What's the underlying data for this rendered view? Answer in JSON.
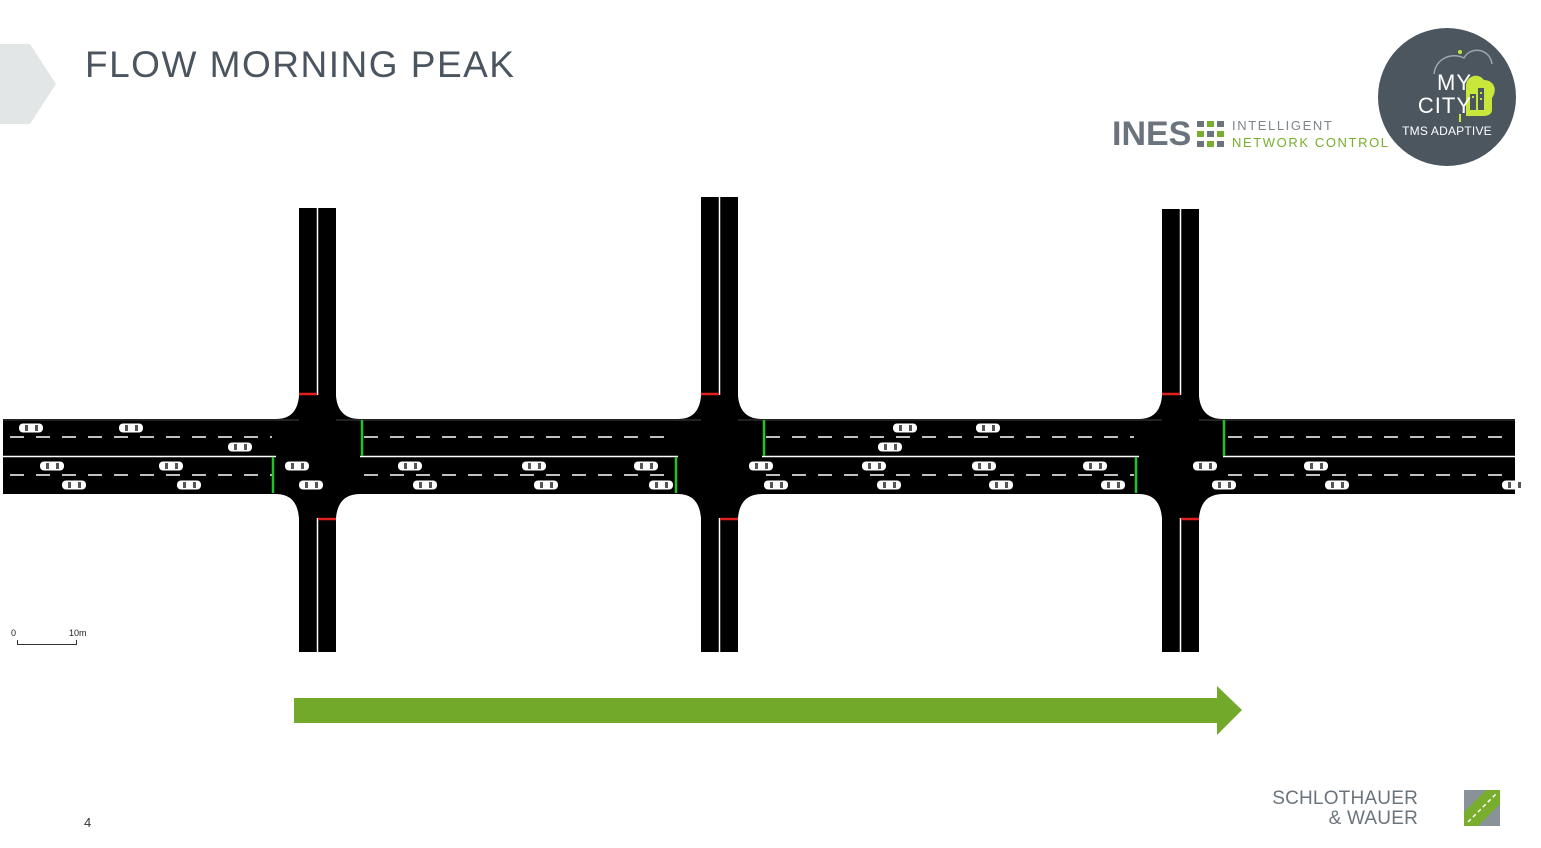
{
  "slide": {
    "title": "FLOW MORNING PEAK",
    "page_number": "4"
  },
  "ines": {
    "word": "INES",
    "line1": "INTELLIGENT",
    "line2": "NETWORK CONTROL"
  },
  "mycity": {
    "line1": "MY",
    "line2": "CITY",
    "subtitle": "TMS ADAPTIVE"
  },
  "scale": {
    "start_label": "0",
    "end_label": "10m"
  },
  "company": {
    "line1": "SCHLOTHAUER",
    "line2": "& WAUER"
  },
  "colors": {
    "road": "#000000",
    "signal_green": "#22c22a",
    "signal_red": "#e0201e",
    "flow_arrow": "#73a92a",
    "accent_green": "#78ad2e",
    "text_gray": "#4a5560"
  },
  "signals": {
    "main_road_east": "green",
    "main_road_west": "green",
    "side_streets": "red"
  },
  "flow_direction": "east"
}
